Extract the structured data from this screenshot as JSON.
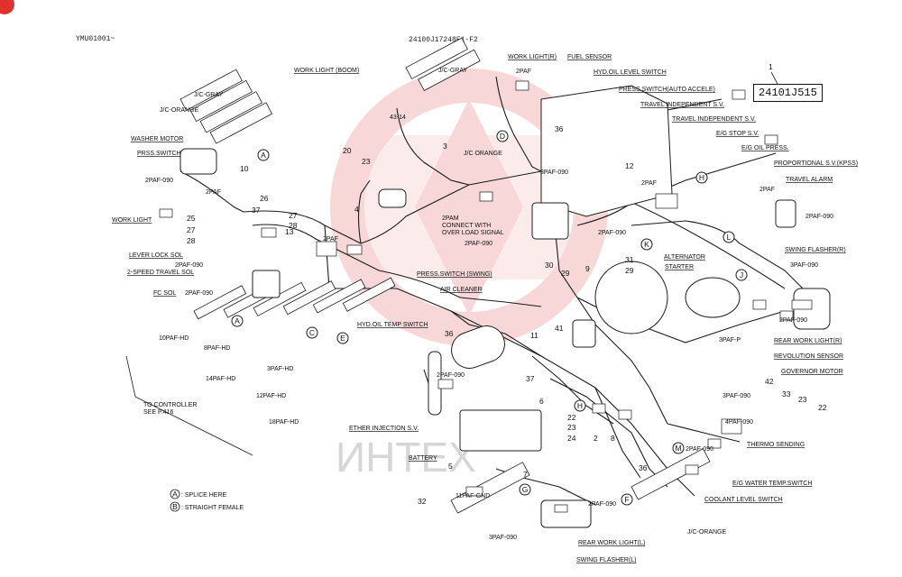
{
  "header": {
    "doc_code": "YMU01001~",
    "sheet_code": "24100J17248F1-F2"
  },
  "part_number": {
    "index": "1",
    "value": "24101J515"
  },
  "watermark": {
    "text": "ИНТЕХ"
  },
  "labels": {
    "work_light_boom": "WORK LIGHT (BOOM)",
    "work_light_top": "WORK LIGHT(R)",
    "fuel_sensor": "FUEL SENSOR",
    "hyd_oil_level": "HYD.OIL LEVEL SWITCH",
    "press_switch_auto": "PRESS.SWITCH(AUTO ACCELE)",
    "travel_indep_1": "TRAVEL INDEPENDENT S.V.",
    "travel_indep_2": "TRAVEL INDEPENDENT S.V.",
    "eg_stop": "E/G STOP S.V.",
    "eg_oil_press": "E/G OIL PRESS.",
    "proportional_sv": "PROPORTIONAL S.V.(KPSS)",
    "travel_alarm": "TRAVEL ALARM",
    "swing_flasher_r": "SWING FLASHER(R)",
    "jc_gray_top": "J/C-GRAY",
    "jc_gray_left": "J/C-GRAY",
    "jc_orange_left": "J/C-ORANGE",
    "jc_orange_mid": "J/C ORANGE",
    "jc_orange_bottom": "J/C-ORANGE",
    "washer_motor": "WASHER MOTOR",
    "press_switch_left": "PRSS.SWITCH",
    "work_light_left": "WORK LIGHT",
    "lever_lock_sol": "LEVER LOCK SOL",
    "two_speed_travel_sol": "2-SPEED TRAVEL SOL",
    "fc_sol": "FC SOL",
    "connect_overload_1": "2PAM",
    "connect_overload_2": "CONNECT WITH",
    "connect_overload_3": "OVER LOAD SIGNAL",
    "press_switch_swing": "PRESS.SWITCH (SWING)",
    "air_cleaner": "AIR CLEANER",
    "hyd_oil_temp": "HYD.OIL TEMP SWITCH",
    "alternator": "ALTERNATOR",
    "starter": "STARTER",
    "rear_work_light_r": "REAR WORK LIGHT(R)",
    "revolution_sensor": "REVOLUTION SENSOR",
    "governor_motor": "GOVERNOR MOTOR",
    "thermo_sending": "THERMO SENDING",
    "eg_water_temp": "E/G WATER TEMP.SWITCH",
    "coolant_level": "COOLANT LEVEL SWITCH",
    "rear_work_light_l": "REAR WORK LIGHT(L)",
    "swing_flasher_l": "SWING FLASHER(L)",
    "ether_injection": "ETHER INJECTION S.V.",
    "battery": "BATTERY",
    "to_controller_1": "TO CONTROLLER",
    "to_controller_2": "SEE P.416",
    "ref_43_14": "43-14"
  },
  "connectors": {
    "c10paf": "10PAF-HD",
    "c8paf": "8PAF-HD",
    "c14paf": "14PAF-HD",
    "c3paf": "3PAF-HD",
    "c12paf": "12PAF-HD",
    "c18paf": "18PAF-HD",
    "c11paf": "11PAF-GND",
    "c2paf090_a": "2PAF-090",
    "c2paf090_b": "2PAF-090",
    "c2paf090_c": "2PAF-090",
    "c2paf090_d": "2PAF-090",
    "c2paf090_e": "2PAF-090",
    "c2paf090_f": "2PAF-090",
    "c2paf090_g": "2PAF-090",
    "c2paf090_h": "2PAF-090",
    "c2paf090_i": "2PAF-090",
    "c2paf090_j": "2PAF-090",
    "c3paf090_a": "3PAF-090",
    "c3paf090_b": "3PAF-090",
    "c3paf090_c": "3PAF-090",
    "c4paf090": "4PAF-090",
    "c2paf_a": "2PAF",
    "c2paf_b": "2PAF",
    "c2paf_c": "2PAF",
    "c2paf_d": "2PAF",
    "c2paf_e": "2PAF",
    "c3paf_p": "3PAF-P",
    "c2pam": "2PAM"
  },
  "callouts": [
    "1",
    "2",
    "3",
    "4",
    "5",
    "6",
    "7",
    "8",
    "9",
    "10",
    "11",
    "12",
    "13",
    "20",
    "22",
    "22",
    "23",
    "23",
    "23",
    "24",
    "25",
    "26",
    "27",
    "27",
    "28",
    "28",
    "29",
    "29",
    "30",
    "31",
    "32",
    "33",
    "36",
    "36",
    "36",
    "37",
    "37",
    "41",
    "42"
  ],
  "circle_letters": [
    "A",
    "B",
    "C",
    "D",
    "E",
    "F",
    "G",
    "H",
    "H",
    "J",
    "K",
    "L",
    "M"
  ],
  "legend": {
    "a_symbol": "A",
    "a_text": ": SPLICE HERE",
    "b_symbol": "B",
    "b_text": ": STRAIGHT FEMALE"
  },
  "colors": {
    "wire": "#1c1c1c",
    "watermark": "#f2b7b7",
    "corner_badge": "#e0312f"
  }
}
